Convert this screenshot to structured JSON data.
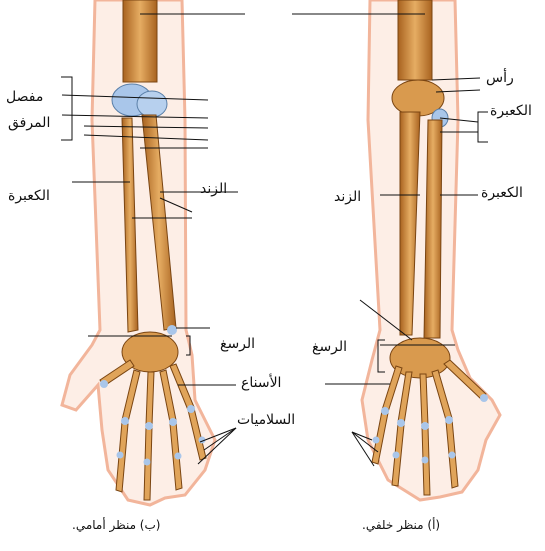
{
  "anterior_view": {
    "caption": "(ب) منظر أمامي.",
    "labels": {
      "elbow_joint_1": "مفصل",
      "elbow_joint_2": "المرفق",
      "radius": "الكعبرة",
      "ulna": "الزند",
      "wrist": "الرسغ",
      "metacarpals": "الأسناع",
      "phalanges": "السلاميات"
    }
  },
  "posterior_view": {
    "caption": "(أ) منظر خلفي.",
    "labels": {
      "head": "رأس",
      "radius_top": "الكعبرة",
      "radius": "الكعبرة",
      "ulna": "الزند",
      "wrist": "الرسغ"
    }
  },
  "colors": {
    "bone": "#d99a4e",
    "bone_dark": "#8a4f17",
    "cartilage": "#a9c6ea",
    "skin_outline": "#f3b8a2",
    "line": "#111111"
  }
}
